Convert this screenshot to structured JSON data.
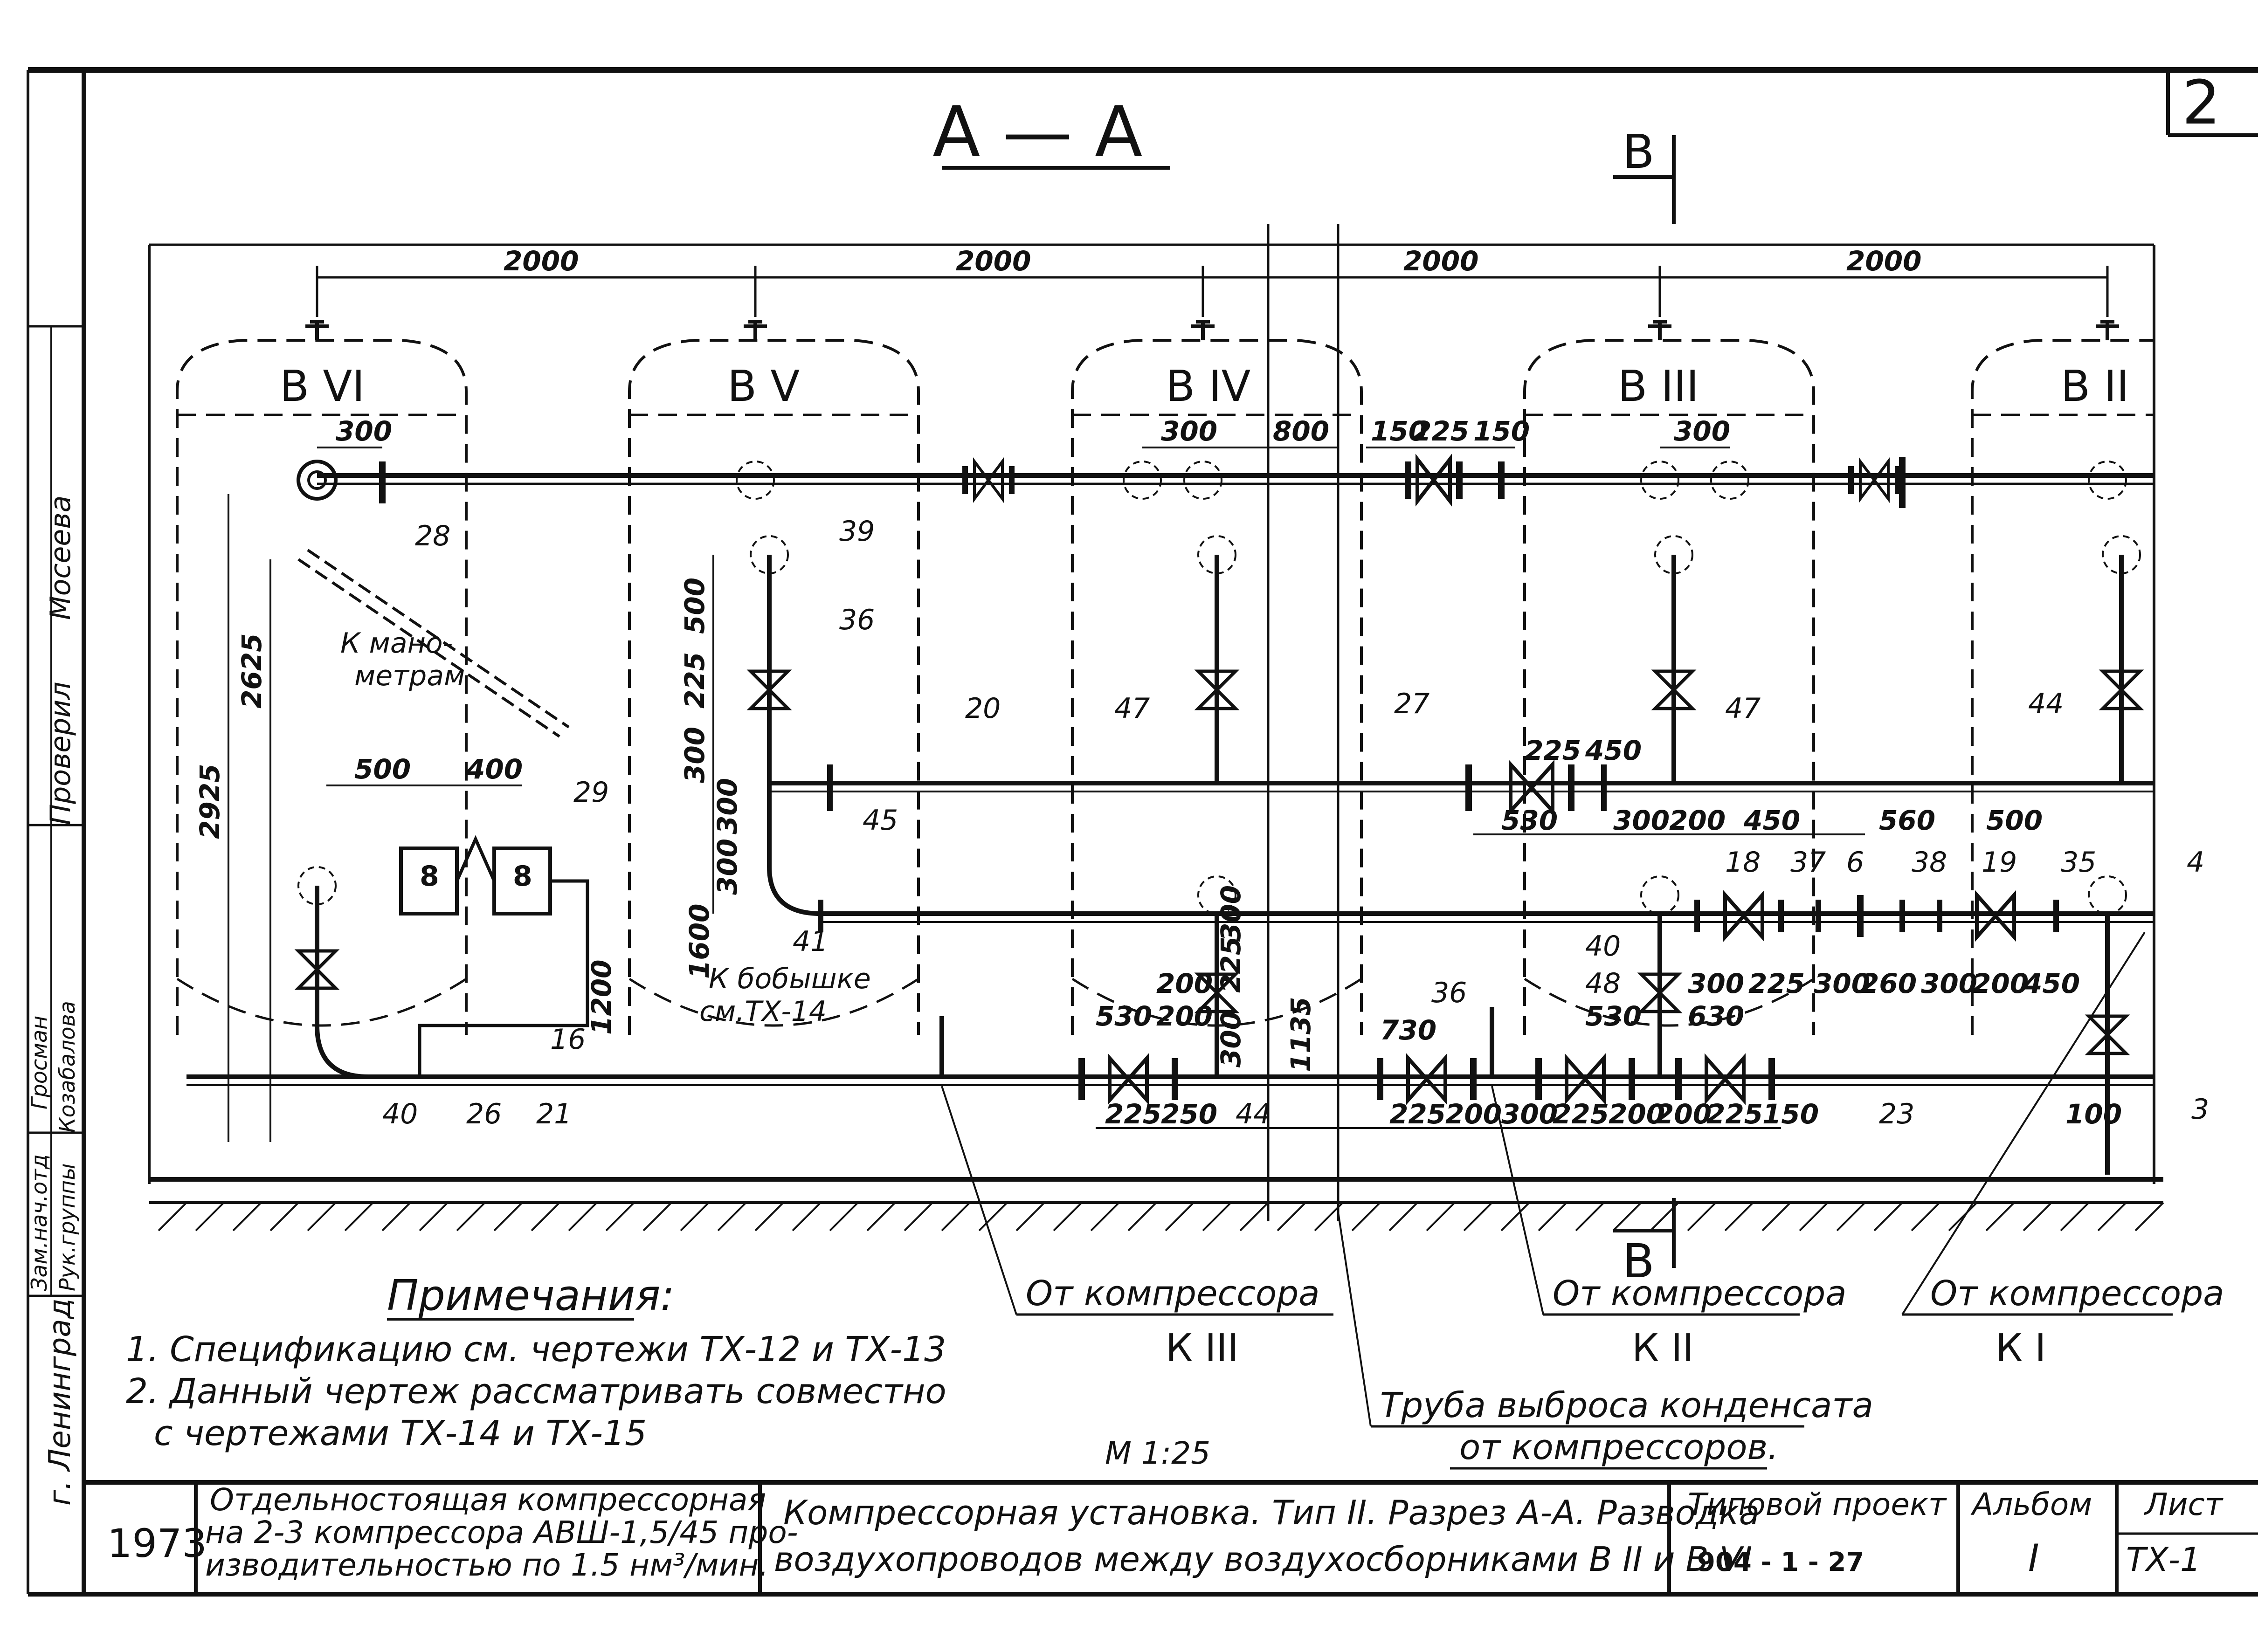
{
  "header": {
    "section": "А — А",
    "sheet_number": "2",
    "cut_marker": "В"
  },
  "column_dims": [
    "2000",
    "2000",
    "2000",
    "2000"
  ],
  "receivers": [
    {
      "id": "vi",
      "label": "В VI"
    },
    {
      "id": "v",
      "label": "В V"
    },
    {
      "id": "iv",
      "label": "В IV"
    },
    {
      "id": "iii",
      "label": "В III"
    },
    {
      "id": "ii",
      "label": "В II"
    }
  ],
  "texts": {
    "manometers": "К мано-\nметрам",
    "boss": "К бобышке",
    "boss_ref": "см.ТХ-14"
  },
  "dims_top": [
    "300",
    "300",
    "800",
    "150",
    "225",
    "150",
    "300"
  ],
  "dims_left_vert": [
    "2925",
    "2625",
    "1600",
    "1200"
  ],
  "dims_mid_vert": [
    "500",
    "225",
    "300",
    "300",
    "300"
  ],
  "dims_row1": [
    "500",
    "400"
  ],
  "dims_row_center": [
    "225",
    "450",
    "530",
    "300",
    "200"
  ],
  "dims_row_right1": [
    "450",
    "560",
    "500"
  ],
  "dims_row_right2": [
    "300",
    "225",
    "300",
    "260",
    "300",
    "200",
    "450"
  ],
  "dims_lower": [
    "530",
    "200",
    "300",
    "225",
    "300",
    "1135",
    "200",
    "730",
    "530",
    "630"
  ],
  "dims_bottom_row": [
    "225",
    "250",
    "225",
    "200",
    "300",
    "225",
    "200",
    "200",
    "225",
    "150",
    "100"
  ],
  "callouts": [
    "28",
    "39",
    "36",
    "20",
    "47",
    "27",
    "47",
    "44",
    "45",
    "29",
    "41",
    "40",
    "48",
    "18",
    "37",
    "6",
    "38",
    "19",
    "35",
    "4",
    "16",
    "36",
    "40",
    "26",
    "21",
    "44",
    "23",
    "3"
  ],
  "notes": {
    "title": "Примечания:",
    "items": [
      "1. Спецификацию см. чертежи ТХ-12 и ТХ-13",
      "2. Данный чертеж рассматривать совместно",
      "с чертежами ТХ-14 и ТХ-15"
    ]
  },
  "sources": [
    {
      "id": "k3",
      "label": "От компрессора",
      "unit": "К III"
    },
    {
      "id": "k2",
      "label": "От компрессора",
      "unit": "К II"
    },
    {
      "id": "k1",
      "label": "От компрессора",
      "unit": "К I"
    }
  ],
  "condensate": {
    "line1": "Труба выброса конденсата",
    "line2": "от компрессоров."
  },
  "scale": "М 1:25",
  "side_stamp": {
    "city": "г. Ленинград",
    "roles": [
      "Проверил",
      "Мосеева",
      "Зам.нач.отд",
      "Гросман",
      "Рук.группы",
      "Козабалова"
    ]
  },
  "title_block": {
    "year": "1973",
    "object": [
      "Отдельностоящая компрессорная",
      "на 2-3 компрессора АВШ-1,5/45 про-",
      "изводительностью по 1.5 нм³/мин."
    ],
    "drawing": [
      "Компрессорная установка. Тип II. Разрез А-А. Разводка",
      "воздухопроводов между воздухосборниками В II и В VI"
    ],
    "project_label": "Типовой проект",
    "project_code": "904 - 1 - 27",
    "album_label": "Альбом",
    "album_value": "I",
    "sheet_label": "Лист",
    "sheet_value": "ТХ-1"
  }
}
